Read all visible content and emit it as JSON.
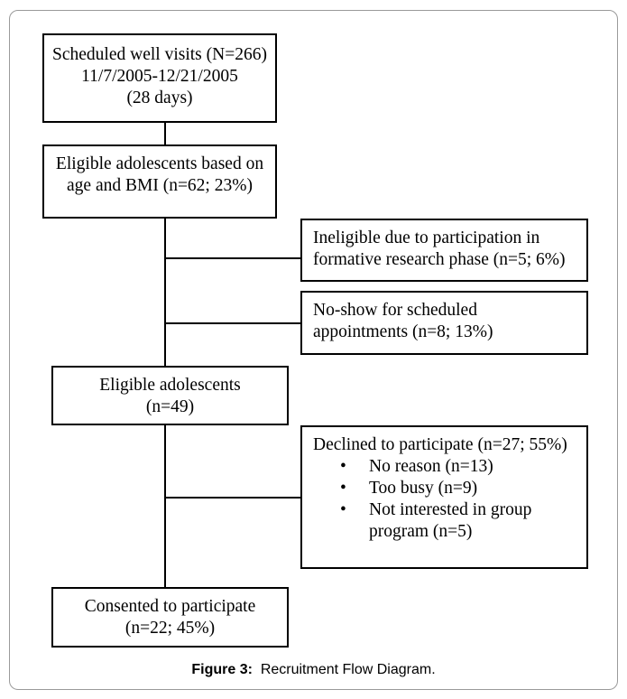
{
  "boxes": {
    "scheduled": {
      "lines": [
        "Scheduled well visits (N=266)",
        "11/7/2005-12/21/2005",
        "(28 days)"
      ]
    },
    "eligible_bmi": {
      "lines": [
        "Eligible adolescents based on",
        "age and BMI (n=62; 23%)"
      ]
    },
    "ineligible": {
      "lines": [
        "Ineligible due to participation in",
        "formative research phase (n=5; 6%)"
      ]
    },
    "no_show": {
      "lines": [
        "No-show for scheduled",
        "appointments (n=8; 13%)"
      ]
    },
    "eligible": {
      "lines": [
        "Eligible adolescents",
        "(n=49)"
      ]
    },
    "declined": {
      "title": "Declined to participate (n=27; 55%)",
      "bullets": [
        "No reason (n=13)",
        "Too busy (n=9)",
        "Not interested in group program (n=5)"
      ]
    },
    "consented": {
      "lines": [
        "Consented to participate",
        "(n=22; 45%)"
      ]
    }
  },
  "caption": {
    "label": "Figure 3:",
    "text": "Recruitment Flow Diagram."
  }
}
